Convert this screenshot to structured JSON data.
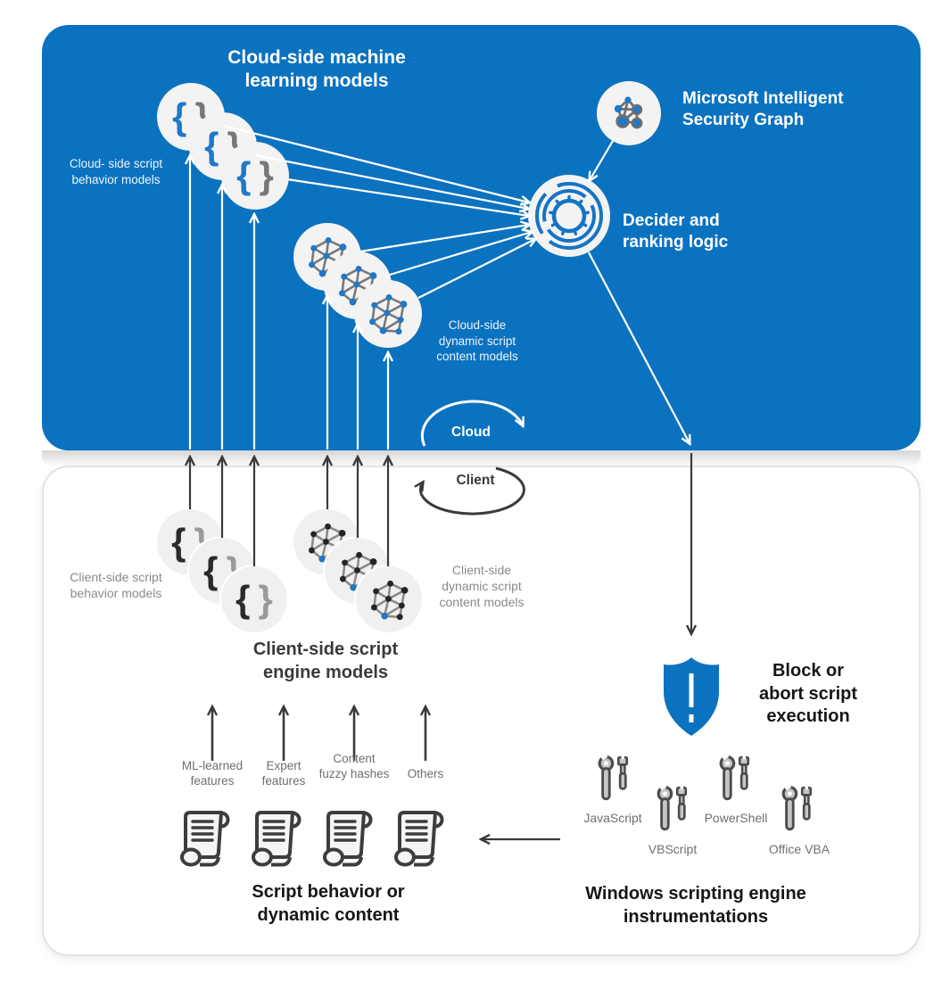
{
  "colors": {
    "cloud_blue": "#0b72c0",
    "icon_blue": "#1f78c8",
    "dark_line": "#3a3a3a",
    "gray_text": "#8a8a8a",
    "circle_fill": "#f2f2f2"
  },
  "icons": {
    "brace_open": "{",
    "brace_close": "}"
  },
  "cloud": {
    "title": "Cloud-side machine learning models",
    "script_behavior_label": "Cloud- side script behavior models",
    "security_graph_title": "Microsoft Intelligent Security Graph",
    "decider_title": "Decider and ranking logic",
    "dynamic_content_label": "Cloud-side dynamic script content models",
    "cycle_label": "Cloud"
  },
  "client": {
    "cycle_label": "Client",
    "script_behavior_label": "Client-side script behavior models",
    "dynamic_content_label": "Client-side dynamic script content models",
    "engine_models_title": "Client-side script engine models",
    "features": [
      "ML-learned features",
      "Expert features",
      "Content fuzzy hashes",
      "Others"
    ],
    "script_source_title": "Script behavior or dynamic content",
    "block_title": "Block or abort script execution",
    "engines": [
      "JavaScript",
      "VBScript",
      "PowerShell",
      "Office VBA"
    ],
    "instrumentations_title": "Windows scripting engine instrumentations"
  }
}
